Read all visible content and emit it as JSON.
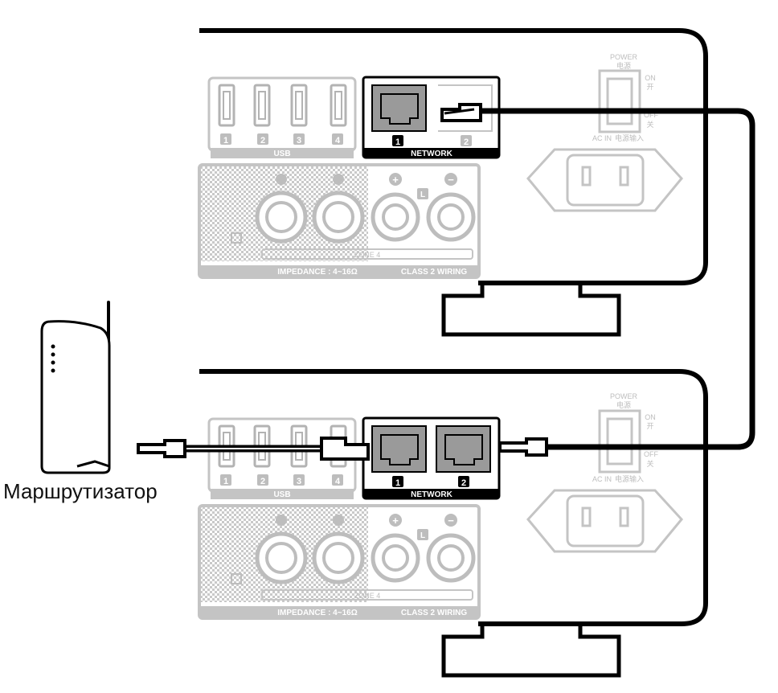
{
  "router": {
    "label": "Маршрутизатор"
  },
  "units": [
    {
      "usb_label": "USB",
      "usb_ports": [
        "1",
        "2",
        "3",
        "4"
      ],
      "network_label": "NETWORK",
      "network_ports": [
        "1",
        "2"
      ],
      "zone_label": "ZONE 4",
      "impedance_label": "IMPEDANCE : 4~16Ω",
      "wiring_label": "CLASS 2 WIRING",
      "channel_label": "L",
      "power_label": "POWER",
      "power_cn": "电源",
      "on_label": "ON",
      "on_cn": "开",
      "off_label": "OFF",
      "off_cn": "关",
      "ac_label": "AC IN",
      "ac_cn": "电源输入"
    },
    {
      "usb_label": "USB",
      "usb_ports": [
        "1",
        "2",
        "3",
        "4"
      ],
      "network_label": "NETWORK",
      "network_ports": [
        "1",
        "2"
      ],
      "zone_label": "ZONE 4",
      "impedance_label": "IMPEDANCE : 4~16Ω",
      "wiring_label": "CLASS 2 WIRING",
      "channel_label": "L",
      "power_label": "POWER",
      "power_cn": "电源",
      "on_label": "ON",
      "on_cn": "开",
      "off_label": "OFF",
      "off_cn": "关",
      "ac_label": "AC IN",
      "ac_cn": "电源输入"
    }
  ],
  "colors": {
    "outline": "#000000",
    "panel_gray": "#c4c4c4",
    "label_gray": "#bdbdbd",
    "port_gray": "#9a9a9a",
    "network_black": "#000000"
  }
}
